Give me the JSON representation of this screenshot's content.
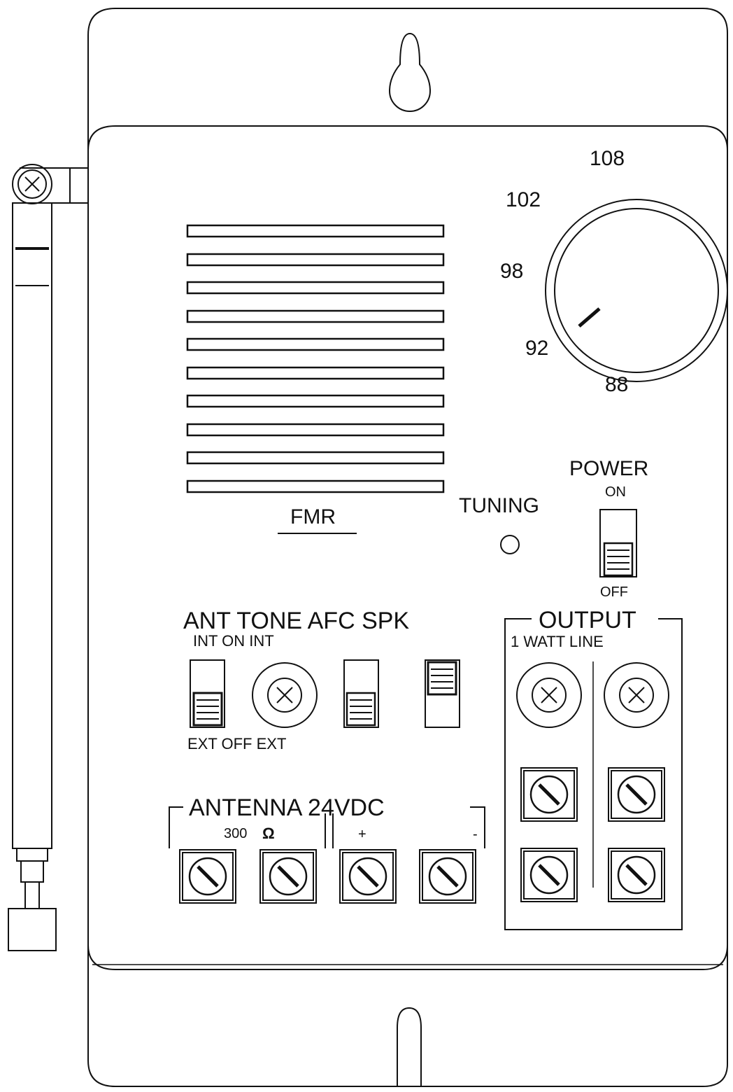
{
  "colors": {
    "ink": "#111111",
    "paper": "#ffffff"
  },
  "speaker": {
    "label": "FMR"
  },
  "dial": {
    "scale": [
      "108",
      "102",
      "98",
      "92",
      "88"
    ]
  },
  "tuning": {
    "label": "TUNING"
  },
  "power": {
    "title": "POWER",
    "on_label": "ON",
    "off_label": "OFF"
  },
  "switch_bank": {
    "title": "ANT TONE AFC SPK",
    "top_labels": "INT ON INT",
    "bottom_labels": "EXT OFF EXT"
  },
  "output": {
    "title": "OUTPUT",
    "subtitle": "1 WATT LINE"
  },
  "antenna": {
    "title": "ANTENNA 24VDC",
    "impedance_label": "300",
    "ohm_symbol": "Ω",
    "plus_label": "+",
    "minus_label": "-"
  }
}
